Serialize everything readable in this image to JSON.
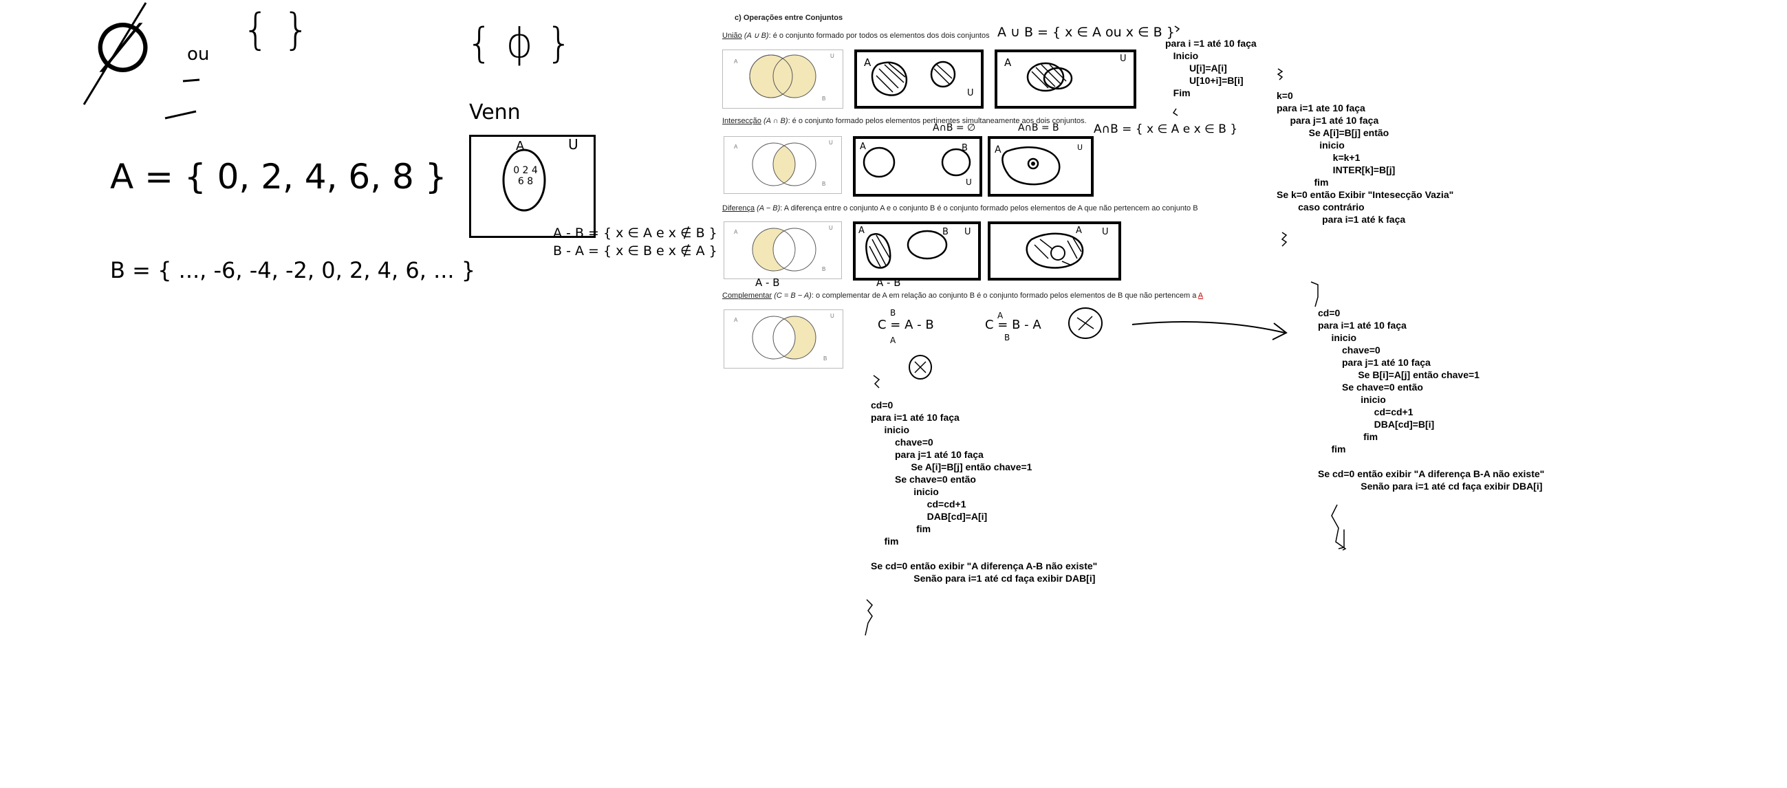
{
  "handwriting": {
    "empty_set_symbol": "∅",
    "or_word": "ou",
    "empty_braces": "{ }",
    "phi_set": "{ ϕ }",
    "venn_word": "Venn",
    "set_a": "A = { 0, 2, 4, 6, 8 }",
    "set_b": "B = { ..., -6, -4, -2, 0, 2, 4, 6, ... }",
    "diagram_a": "A",
    "diagram_u": "U",
    "diagram_elems": "0 2 4 6 8",
    "a_minus_b": "A - B = { x ∈ A e x ∉ B }",
    "b_minus_a": "B - A = { x ∈ B e x ∉ A }",
    "union_formula": "A ∪ B = { x ∈ A ou x ∈ B }",
    "intersection_empty": "A∩B = ∅",
    "intersection_b": "A∩B = B",
    "intersection_formula": "A∩B = { x ∈ A e x ∈ B }",
    "diff_label_1": "A - B",
    "diff_label_2": "A - B",
    "comp_1": "C = A - B",
    "comp_2": "C = B - A",
    "sup_b": "B",
    "sub_a": "A",
    "sup_a": "A",
    "sub_b": "B",
    "box_a": "A",
    "box_b": "B",
    "box_u": "U"
  },
  "document": {
    "section_title": "c)   Operações entre Conjuntos",
    "union_title": "União",
    "union_notation": "(A ∪ B)",
    "union_text": ": é o conjunto formado por todos os elementos dos dois conjuntos",
    "inter_title": "Intersecção",
    "inter_notation": "(A ∩ B)",
    "inter_text": ": é o conjunto formado pelos elementos pertinentes simultaneamente aos dois conjuntos.",
    "diff_title": "Diferença",
    "diff_notation": "(A − B)",
    "diff_text": ": A diferença entre o conjunto A e o conjunto B é o conjunto formado pelos elementos de A que não pertencem ao conjunto B",
    "comp_title": "Complementar",
    "comp_notation": "(C",
    "comp_notation_rest": " = B − A)",
    "comp_text": ": o complementar de A em relação ao conjunto B é o conjunto formado pelos elementos de B que não pertencem a ",
    "comp_text_end": "A",
    "venn_a": "A",
    "venn_b": "B",
    "venn_u": "U",
    "shade_color": "#f3e7b8"
  },
  "code_union": [
    "para i =1 até 10 faça",
    "   Inicio",
    "         U[i]=A[i]",
    "         U[10+i]=B[i]",
    "   Fim"
  ],
  "code_inter": [
    "k=0",
    "para i=1 ate 10 faça",
    "     para j=1 até 10 faça",
    "            Se A[i]=B[j] então",
    "                inicio",
    "                     k=k+1",
    "                     INTER[k]=B[j]",
    "              fim",
    "Se k=0 então Exibir \"Intesecção Vazia\"",
    "        caso contrário",
    "                 para i=1 até k faça"
  ],
  "code_diff_ab": [
    "cd=0",
    "para i=1 até 10 faça",
    "     inicio",
    "         chave=0",
    "         para j=1 até 10 faça",
    "               Se A[i]=B[j] então chave=1",
    "         Se chave=0 então",
    "                inicio",
    "                     cd=cd+1",
    "                     DAB[cd]=A[i]",
    "                 fim",
    "     fim",
    "",
    "Se cd=0 então exibir \"A diferença A-B não existe\"",
    "                Senão para i=1 até cd faça exibir DAB[i]"
  ],
  "code_diff_ba": [
    "cd=0",
    "para i=1 até 10 faça",
    "     inicio",
    "         chave=0",
    "         para j=1 até 10 faça",
    "               Se B[i]=A[j] então chave=1",
    "         Se chave=0 então",
    "                inicio",
    "                     cd=cd+1",
    "                     DBA[cd]=B[i]",
    "                 fim",
    "     fim",
    "",
    "Se cd=0 então exibir \"A diferença B-A não existe\"",
    "                Senão para i=1 até cd faça exibir DBA[i]"
  ]
}
